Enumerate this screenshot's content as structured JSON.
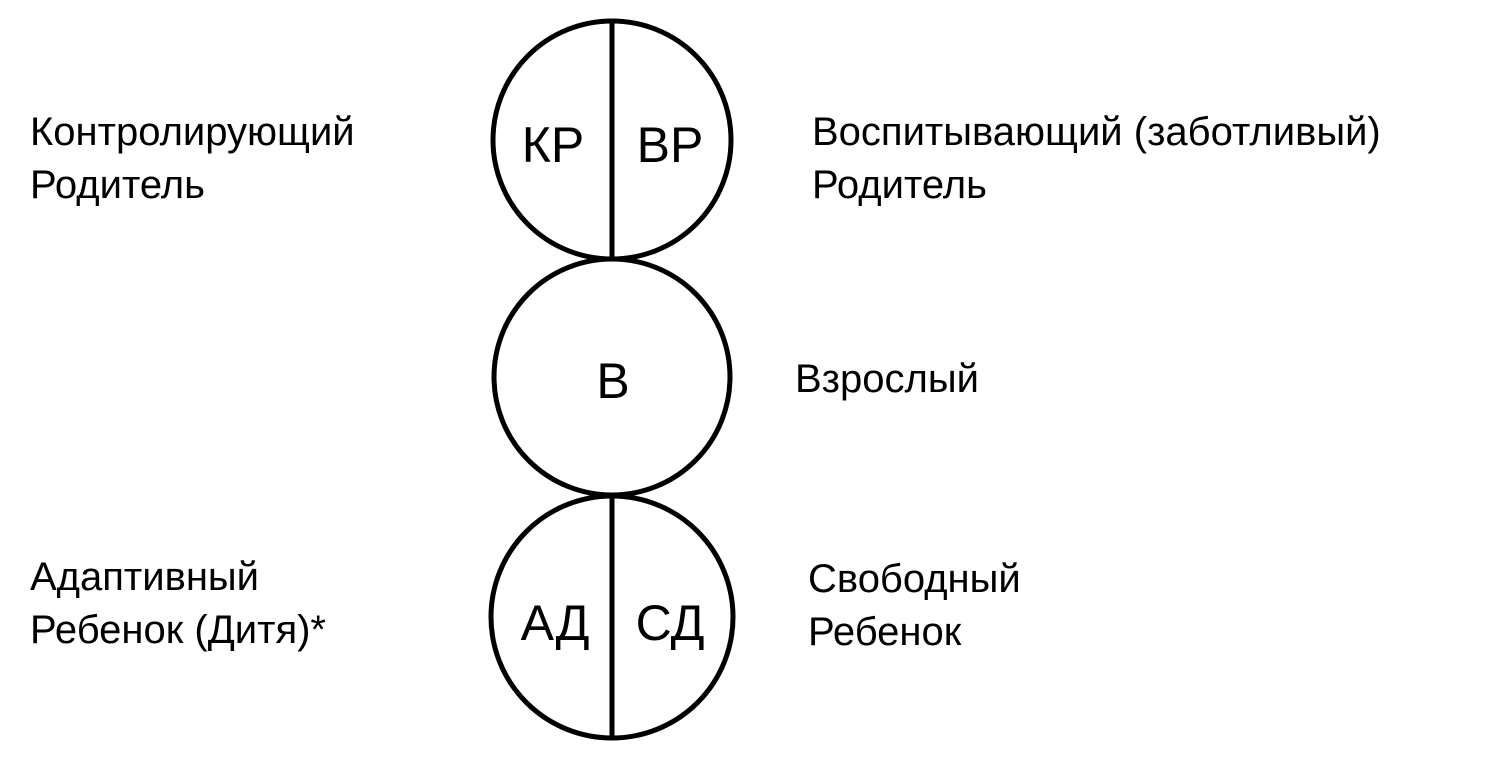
{
  "parent": {
    "left_label": [
      "Контролирующий",
      "Родитель"
    ],
    "right_label": [
      "Воспитывающий (заботливый)",
      "Родитель"
    ],
    "left_abbr": "КР",
    "right_abbr": "ВР"
  },
  "adult": {
    "label": "Взрослый",
    "abbr": "В"
  },
  "child": {
    "left_label": [
      "Адаптивный",
      "Ребенок (Дитя)*"
    ],
    "right_label": [
      "Свободный",
      "Ребенок"
    ],
    "left_abbr": "АД",
    "right_abbr": "СД"
  }
}
